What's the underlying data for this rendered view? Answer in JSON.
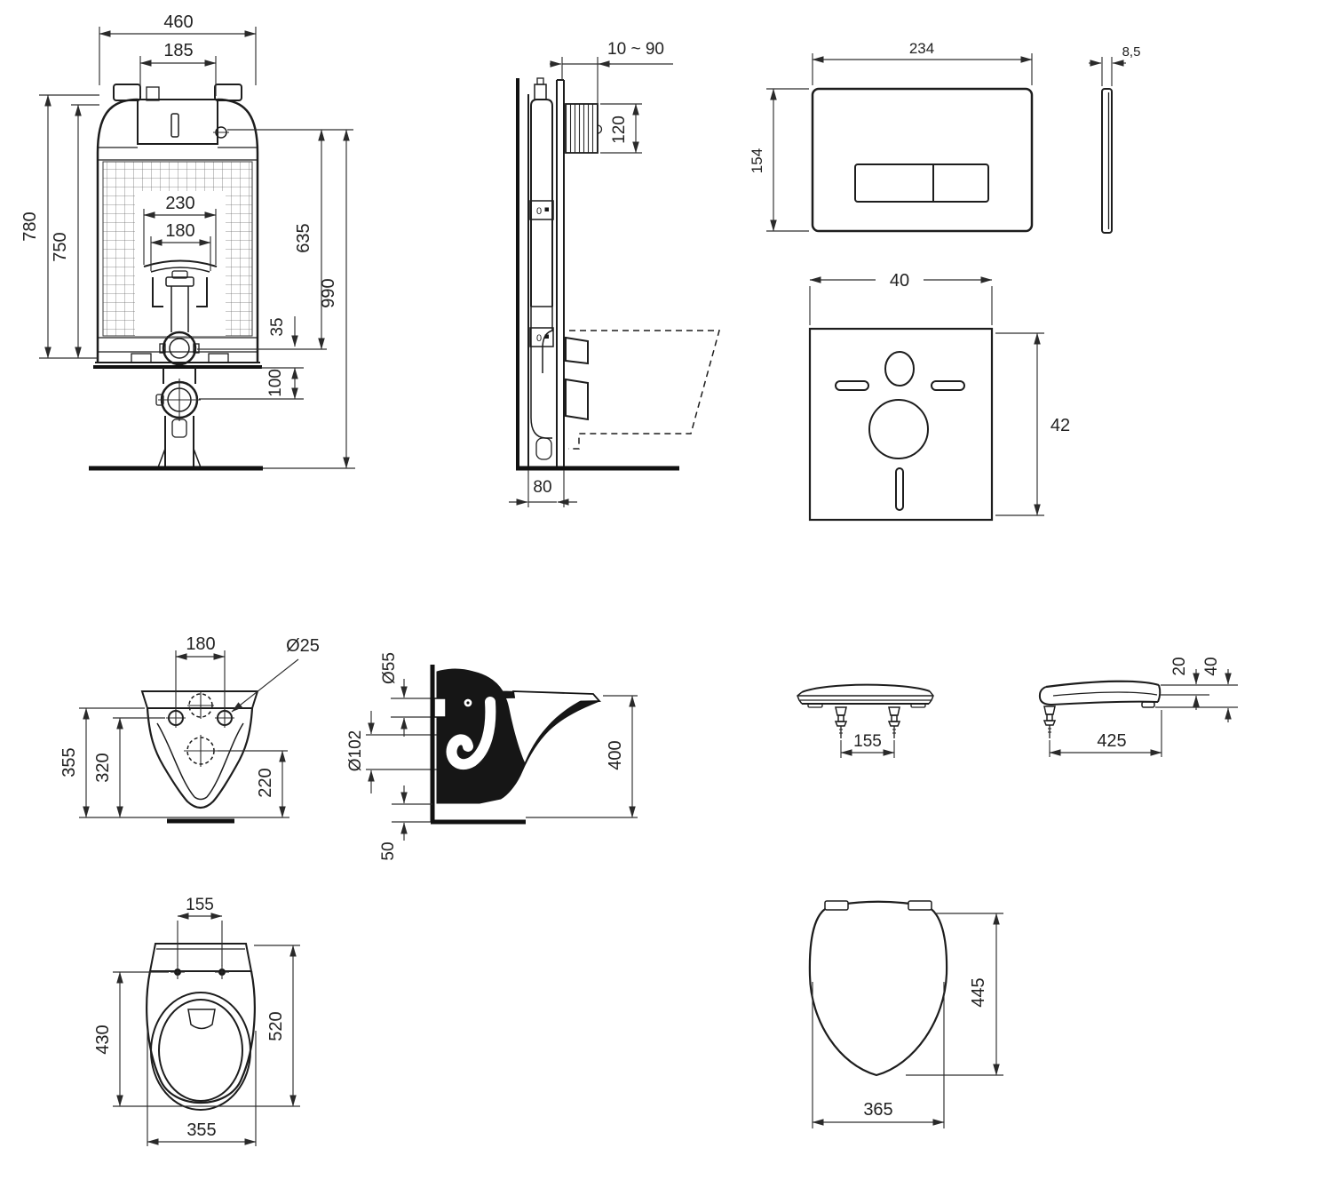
{
  "colors": {
    "line": "#1d1d1d",
    "background": "#ffffff",
    "section_fill": "#161616"
  },
  "views": {
    "cistern_front": {
      "total_width": "460",
      "tank_width": "185",
      "height_outer": "780",
      "height_inner": "750",
      "bracket_span": "230",
      "pipe_span": "180",
      "outlet_height": "635",
      "frame_height": "990",
      "outlet_gap": "35",
      "drain_offset": "100"
    },
    "frame_side": {
      "wall_distance": "10 ~ 90",
      "opening_height": "120",
      "frame_depth": "80",
      "sticker": "0"
    },
    "flush_plate": {
      "width": "234",
      "height": "154",
      "thickness": "8,5"
    },
    "sound_mat": {
      "width": "40",
      "height": "42"
    },
    "bowl_rear": {
      "bolt_span": "180",
      "hole_diameter": "Ø25",
      "height_total": "355",
      "height_bolts": "320",
      "height_outlet": "220"
    },
    "bowl_side": {
      "inlet_diameter": "Ø55",
      "outlet_diameter": "Ø102",
      "height": "400",
      "floor_gap": "50"
    },
    "seat_front": {
      "hinge_span": "155"
    },
    "seat_side": {
      "seat_thickness": "20",
      "total_thickness": "40",
      "length": "425"
    },
    "bowl_top": {
      "bolt_span": "155",
      "inner_length": "430",
      "total_length": "520",
      "width": "355"
    },
    "seat_top": {
      "length": "445",
      "width": "365"
    }
  }
}
